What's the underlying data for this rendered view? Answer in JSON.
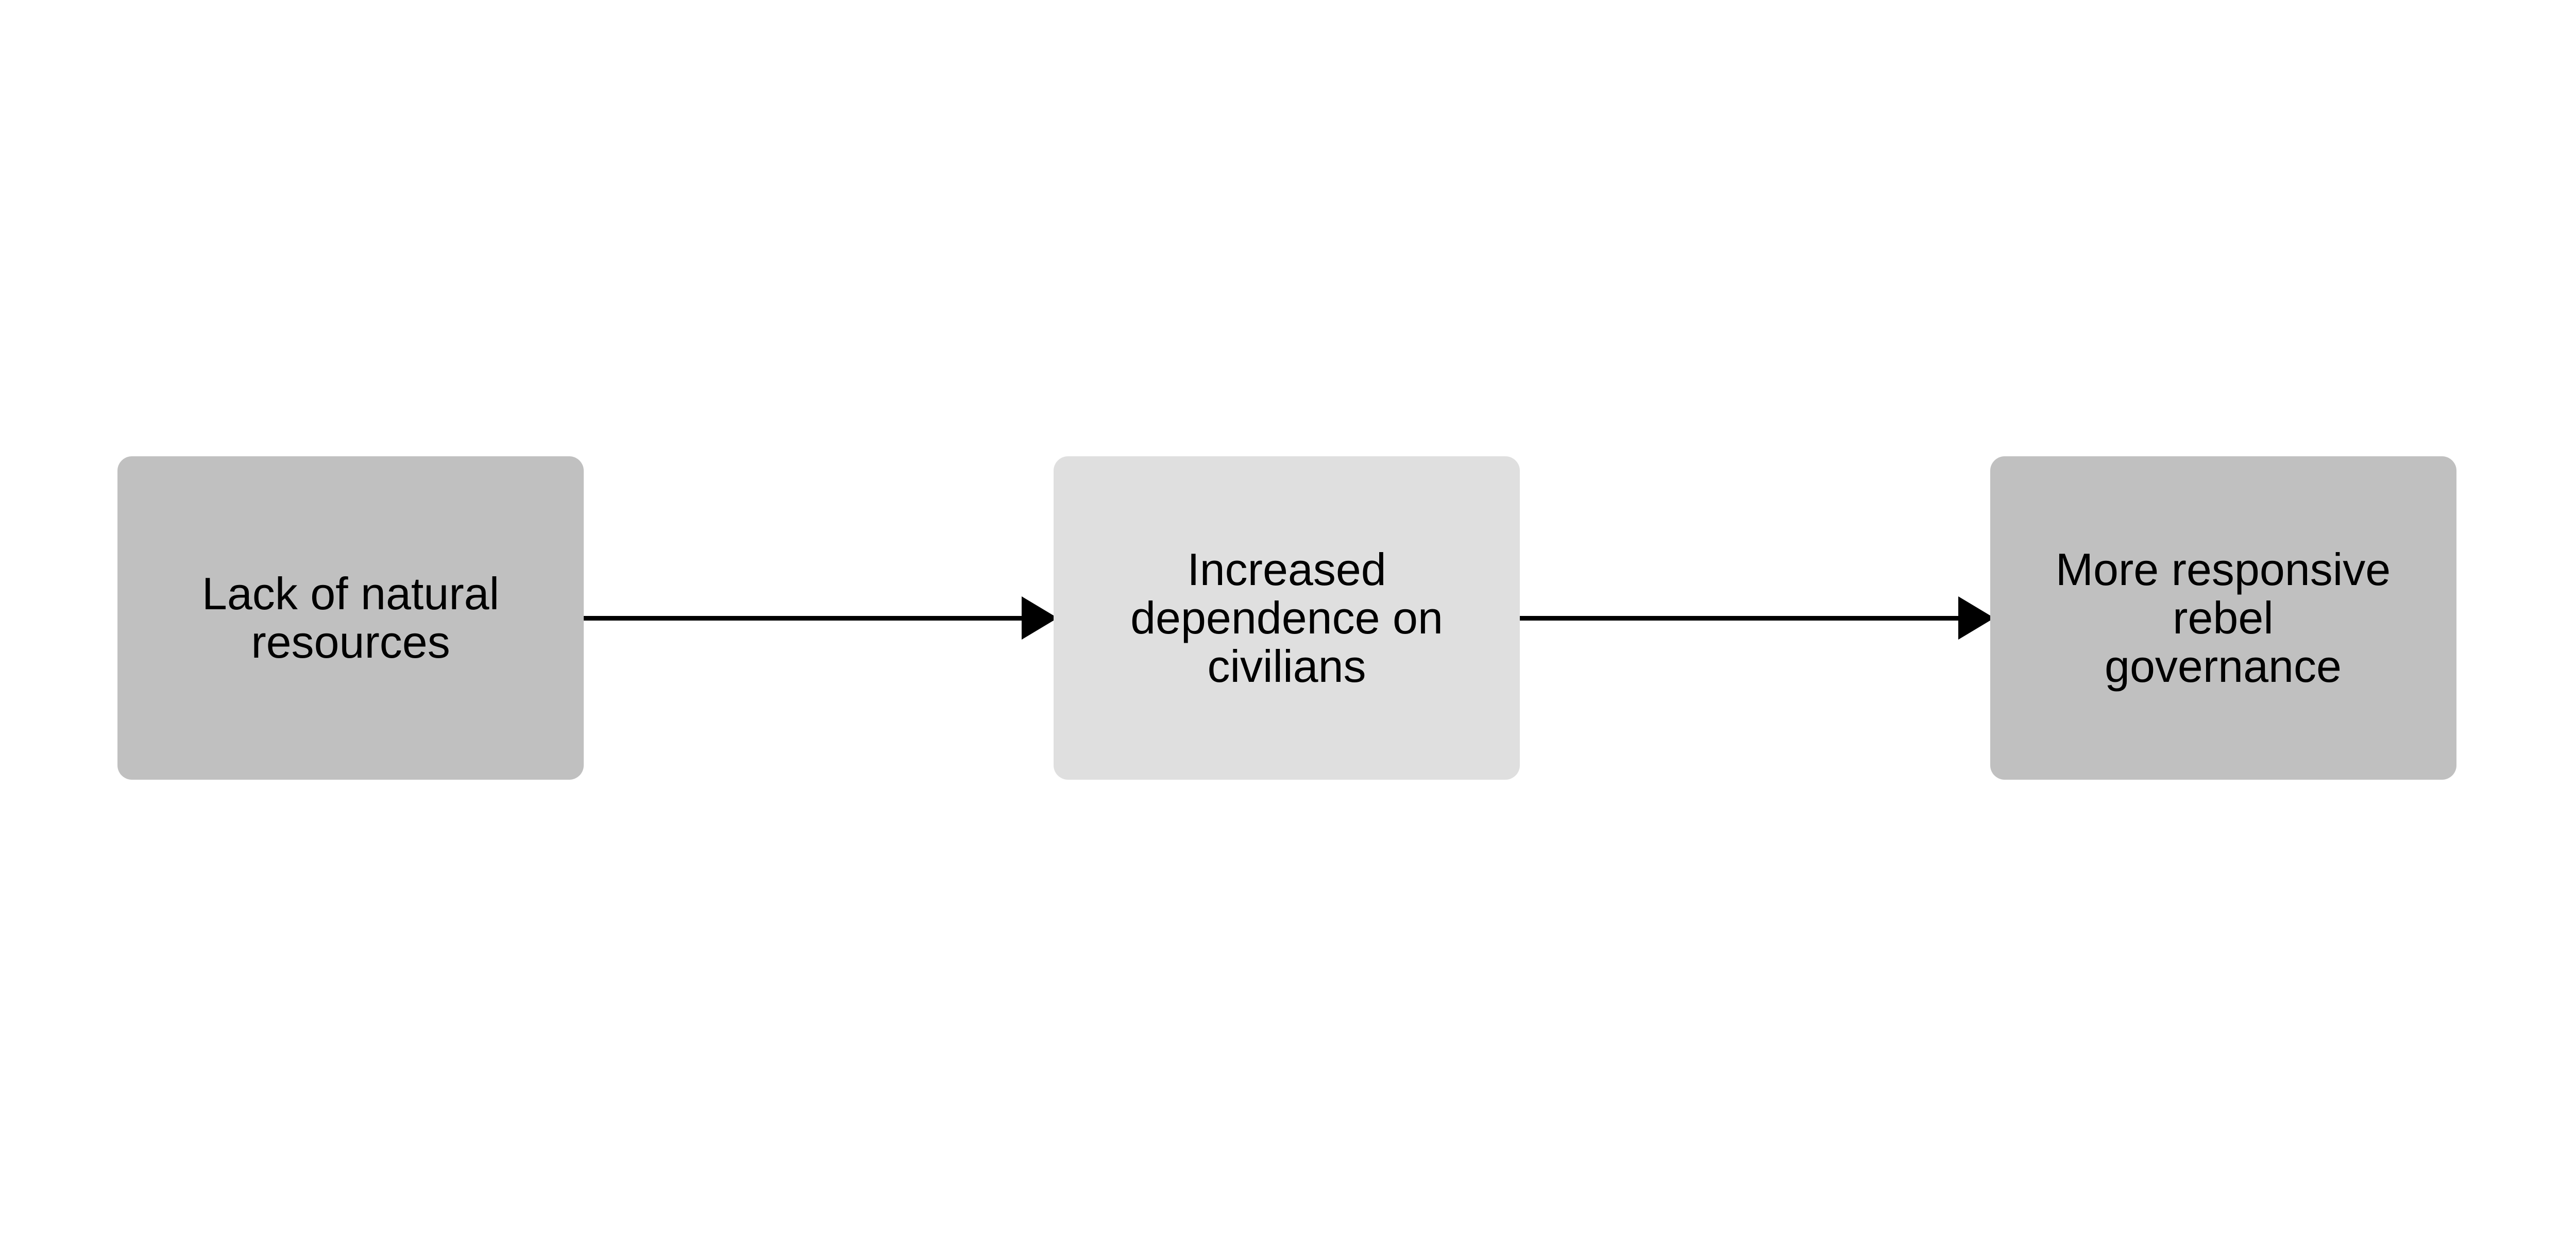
{
  "diagram": {
    "type": "flowchart",
    "direction": "left-to-right",
    "nodes": [
      {
        "id": "n1",
        "label": "Lack of natural\nresources",
        "fill": "#c0c0c0"
      },
      {
        "id": "n2",
        "label": "Increased\ndependence on\ncivilians",
        "fill": "#dfdfdf"
      },
      {
        "id": "n3",
        "label": "More responsive\nrebel\ngovernance",
        "fill": "#c0c0c0"
      }
    ],
    "edges": [
      {
        "from": "n1",
        "to": "n2"
      },
      {
        "from": "n2",
        "to": "n3"
      }
    ],
    "edge_color": "#000000"
  }
}
